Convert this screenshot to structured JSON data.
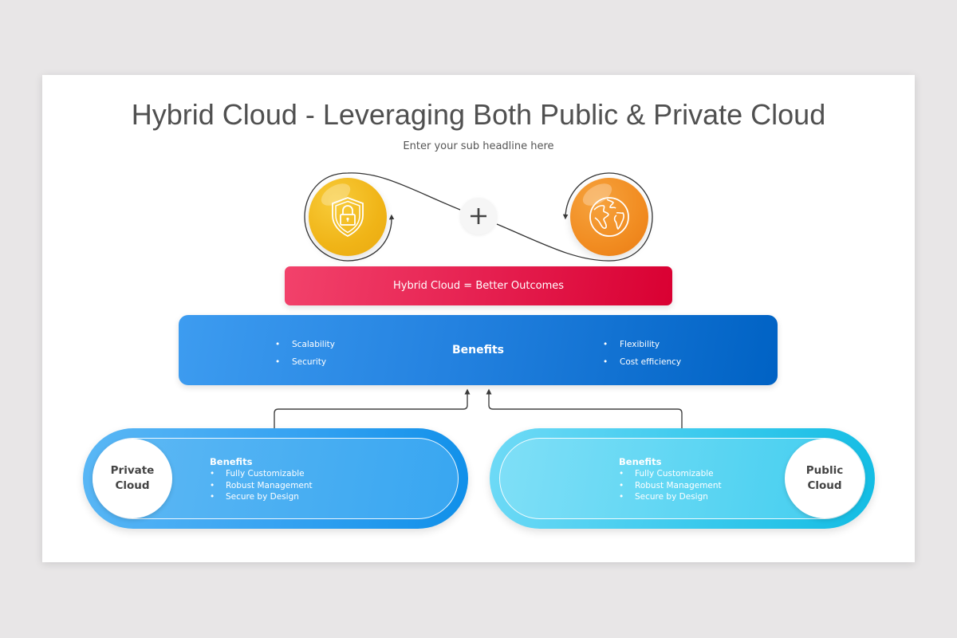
{
  "header": {
    "title": "Hybrid Cloud - Leveraging Both Public & Private Cloud",
    "subtitle": "Enter your sub headline here"
  },
  "top_icons": {
    "left": {
      "icon": "shield-lock-icon",
      "color": "#f0b417"
    },
    "operator": "+",
    "right": {
      "icon": "globe-icon",
      "color": "#f18c21"
    }
  },
  "outcome": {
    "label": "Hybrid Cloud = Better Outcomes",
    "color": "#e62151"
  },
  "benefits": {
    "title": "Benefits",
    "left_items": [
      "Scalability",
      "Security"
    ],
    "right_items": [
      "Flexibility",
      "Cost efficiency"
    ],
    "color": "#1f7fdc"
  },
  "private_cloud": {
    "name_line1": "Private",
    "name_line2": "Cloud",
    "heading": "Benefits",
    "items": [
      "Fully Customizable",
      "Robust Management",
      "Secure by Design"
    ],
    "color": "#38a4f2"
  },
  "public_cloud": {
    "name_line1": "Public",
    "name_line2": "Cloud",
    "heading": "Benefits",
    "items": [
      "Fully Customizable",
      "Robust Management",
      "Secure by Design"
    ],
    "color": "#3fcbee"
  }
}
